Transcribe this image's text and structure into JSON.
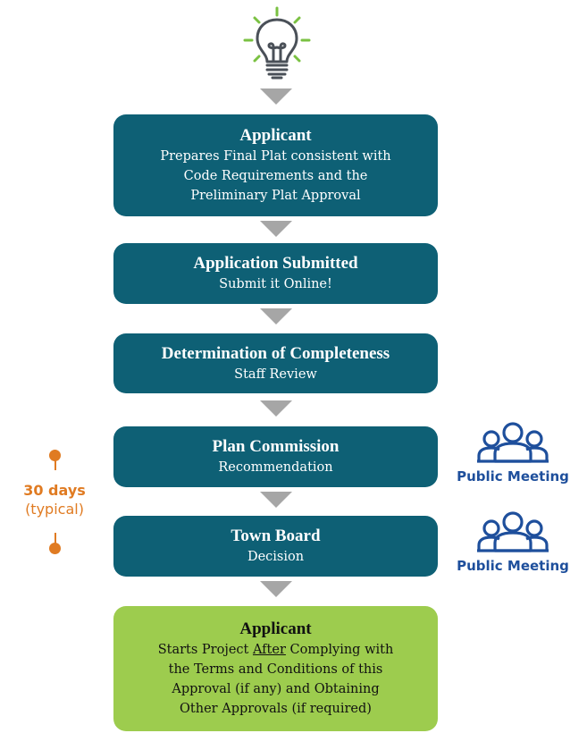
{
  "steps": [
    {
      "title": "Applicant",
      "desc_lines": [
        "Prepares Final Plat consistent with",
        "Code Requirements and the",
        "Preliminary Plat Approval"
      ]
    },
    {
      "title": "Application Submitted",
      "desc_lines": [
        "Submit it Online!"
      ]
    },
    {
      "title": "Determination of Completeness",
      "desc_lines": [
        "Staff Review"
      ]
    },
    {
      "title": "Plan Commission",
      "desc_lines": [
        "Recommendation"
      ]
    },
    {
      "title": "Town Board",
      "desc_lines": [
        "Decision"
      ]
    },
    {
      "title": "Applicant",
      "desc_pre": "Starts Project ",
      "desc_underlined": "After",
      "desc_post": " Complying with",
      "desc_lines": [
        "the Terms and Conditions of this",
        "Approval (if any) and Obtaining",
        "Other Approvals (if required)"
      ]
    }
  ],
  "public_meeting": {
    "label": "Public Meeting"
  },
  "timeline": {
    "duration": "30 days",
    "qualifier": "(typical)"
  },
  "colors": {
    "step_box": "#0e6075",
    "final_box": "#9dcc4e",
    "arrow": "#a6a6a6",
    "timeline": "#e07b22",
    "public_meeting": "#1e4f9c",
    "bulb_rays": "#7ac142",
    "bulb": "#4a5058"
  }
}
